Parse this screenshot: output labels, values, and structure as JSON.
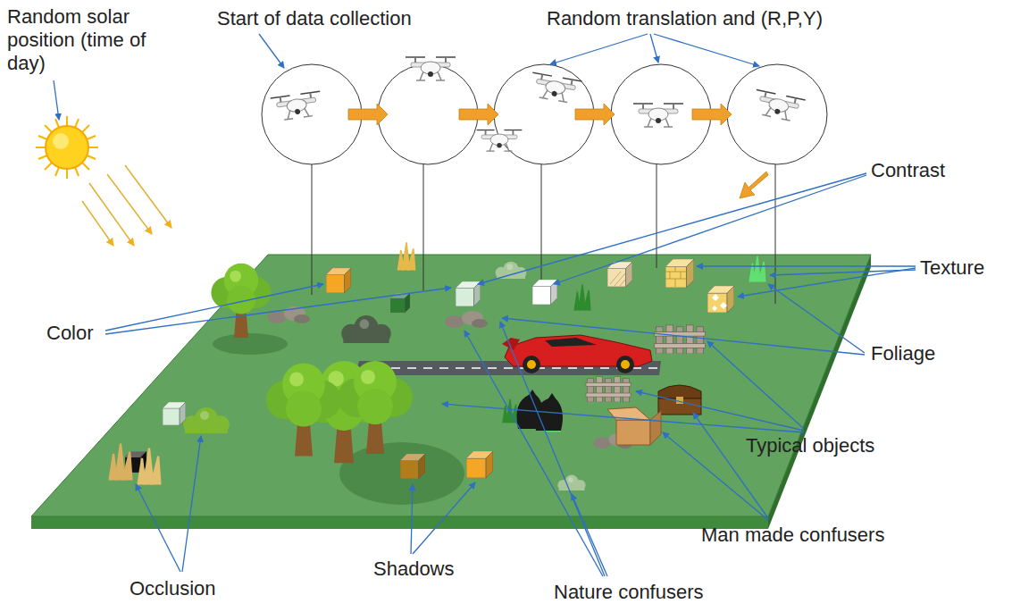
{
  "diagram": {
    "labels": [
      "Random solar position (time of day)",
      "Start of data collection",
      "Random translation and (R,P,Y)",
      "Contrast",
      "Texture",
      "Color",
      "Foliage",
      "Typical objects",
      "Man made confusers",
      "Occlusion",
      "Shadows",
      "Nature confusers"
    ]
  }
}
